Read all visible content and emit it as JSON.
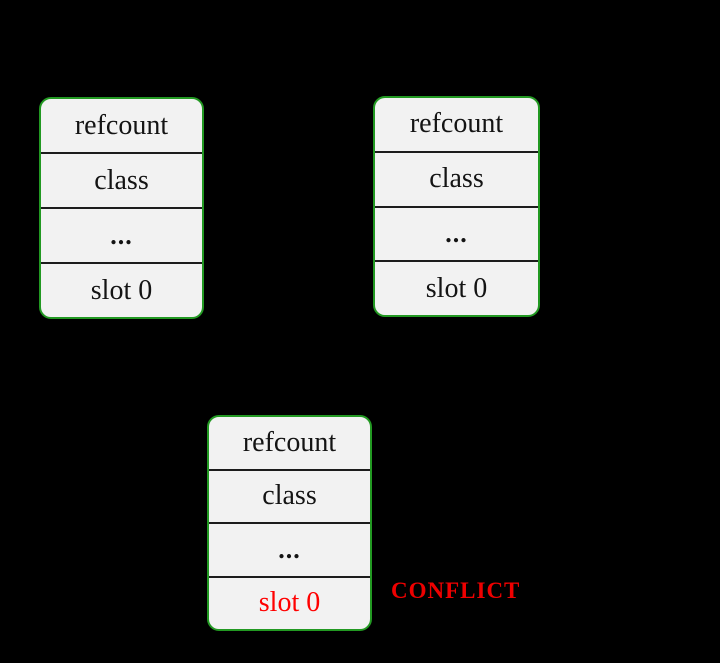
{
  "diagram": {
    "description": "object layout conflict diagram",
    "colors": {
      "canvas_bg": "#000000",
      "box_border": "#229922",
      "box_fill": "#f2f2f2",
      "row_divider": "#1c1c1c",
      "row_text": "#141414",
      "slot_conflict_text": "#ff0000",
      "conflict_text": "#ee0000"
    },
    "boxes": [
      {
        "name": "object-top-left",
        "rows": [
          "refcount",
          "class",
          "...",
          "slot 0"
        ]
      },
      {
        "name": "object-top-right",
        "rows": [
          "refcount",
          "class",
          "...",
          "slot 0"
        ]
      },
      {
        "name": "object-bottom-center",
        "rows": [
          "refcount",
          "class",
          "...",
          "slot 0"
        ],
        "conflict_row_index": 3
      }
    ],
    "conflict_label": "CONFLICT"
  }
}
